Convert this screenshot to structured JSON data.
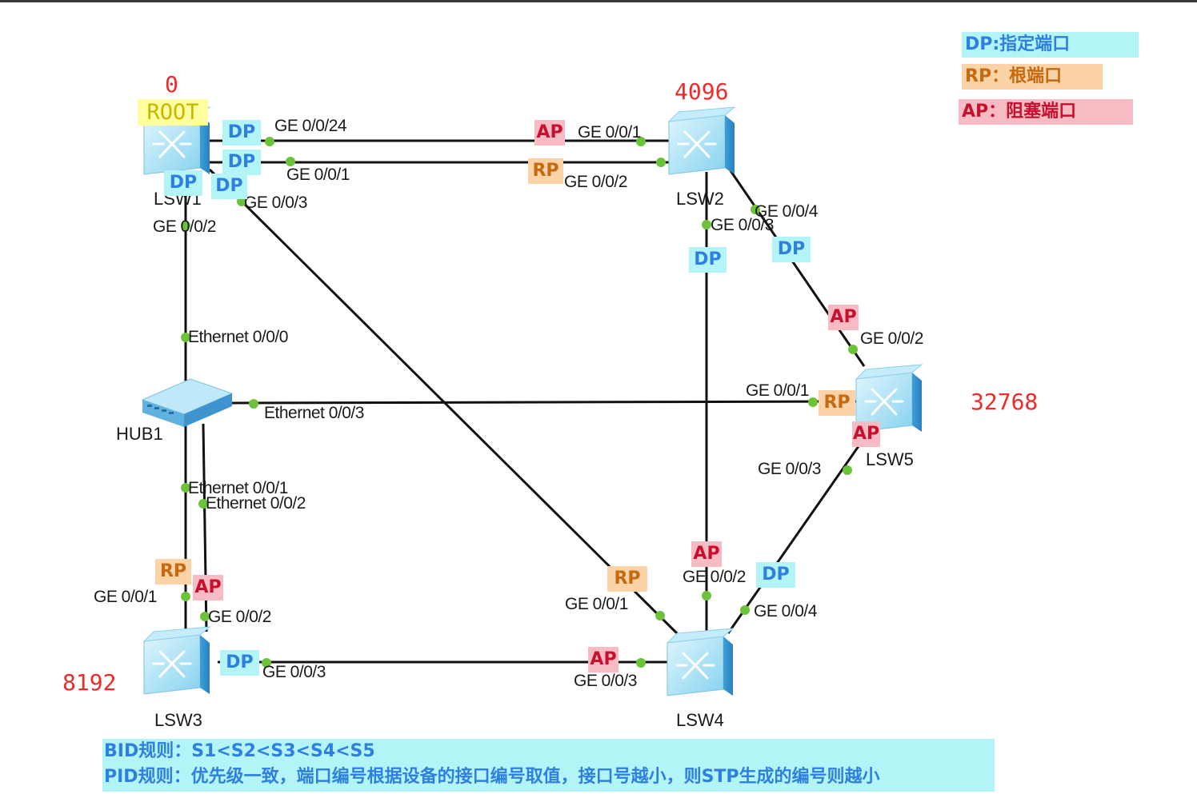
{
  "devices": {
    "lsw1": {
      "name": "LSW1",
      "priority": "0",
      "root": "ROOT"
    },
    "lsw2": {
      "name": "LSW2",
      "priority": "4096"
    },
    "lsw3": {
      "name": "LSW3",
      "priority": "8192"
    },
    "lsw4": {
      "name": "LSW4"
    },
    "lsw5": {
      "name": "LSW5",
      "priority": "32768"
    },
    "hub1": {
      "name": "HUB1"
    }
  },
  "ports": {
    "lsw1_ge0024": "GE 0/0/24",
    "lsw1_ge001": "GE 0/0/1",
    "lsw1_ge003": "GE 0/0/3",
    "lsw1_ge002": "GE 0/0/2",
    "lsw2_ge001": "GE 0/0/1",
    "lsw2_ge002": "GE 0/0/2",
    "lsw2_ge004": "GE 0/0/4",
    "lsw2_ge003": "GE 0/0/3",
    "lsw5_ge002": "GE 0/0/2",
    "lsw5_ge001": "GE 0/0/1",
    "lsw5_ge003": "GE 0/0/3",
    "hub_eth000": "Ethernet 0/0/0",
    "hub_eth003": "Ethernet 0/0/3",
    "hub_eth001": "Ethernet 0/0/1",
    "hub_eth002": "Ethernet 0/0/2",
    "lsw3_ge001": "GE 0/0/1",
    "lsw3_ge002": "GE 0/0/2",
    "lsw3_ge003": "GE 0/0/3",
    "lsw4_ge001": "GE 0/0/1",
    "lsw4_ge002": "GE 0/0/2",
    "lsw4_ge004": "GE 0/0/4",
    "lsw4_ge003": "GE 0/0/3"
  },
  "roles": {
    "dp": "DP",
    "rp": "RP",
    "ap": "AP"
  },
  "legend": {
    "dp": "DP:指定端口",
    "rp": "RP：根端口",
    "ap": "AP：阻塞端口",
    "colors": {
      "dp_bg": "#b3f4f6",
      "rp_bg": "#fbd3a6",
      "ap_bg": "#f7bcc3",
      "dp_fg": "#2f7fe0",
      "rp_fg": "#c56a10",
      "ap_fg": "#c8102e"
    }
  },
  "notes": {
    "bid": "BID规则：S1<S2<S3<S4<S5",
    "pid": "PID规则：优先级一致，端口编号根据设备的接口编号取值，接口号越小，则STP生成的编号则越小"
  }
}
